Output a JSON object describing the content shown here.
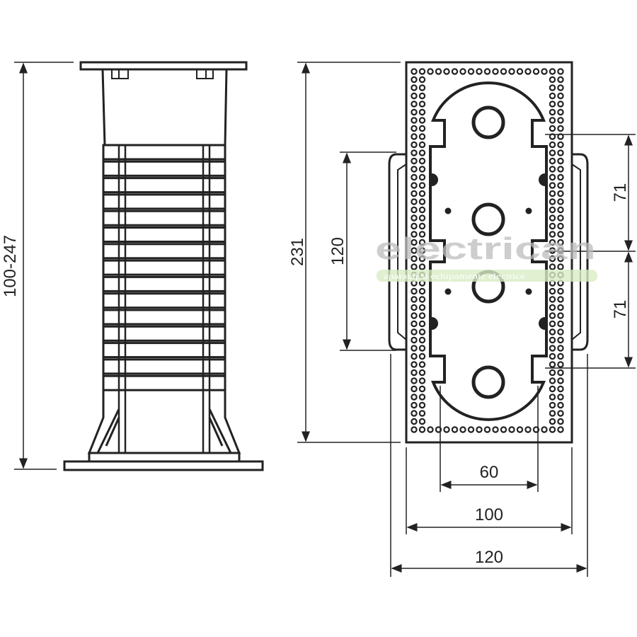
{
  "drawing": {
    "pedestal_height_label": "100-247",
    "box_height_label": "231",
    "ear_height_label": "120",
    "pitch_upper_label": "71",
    "pitch_lower_label": "71",
    "hole_spacing_label": "60",
    "box_width_label": "100",
    "overall_width_label": "120"
  },
  "watermark": {
    "brand": "electrican",
    "tagline": "aparataj si echipamente electrice",
    "brand_color": "#bdbdbd",
    "accent_color": "#d8ecc4"
  },
  "colors": {
    "line": "#222222",
    "background": "#ffffff"
  }
}
